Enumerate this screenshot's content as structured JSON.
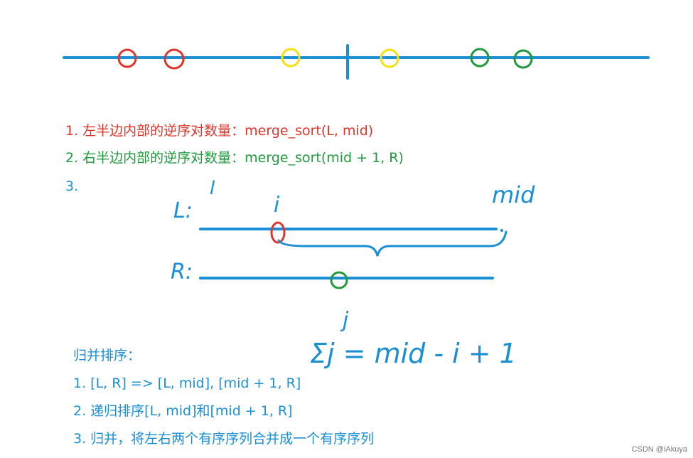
{
  "colors": {
    "blue": "#1a8fd6",
    "red": "#e0352b",
    "yellow": "#f5e012",
    "green": "#1f9a3c"
  },
  "steps": {
    "line1": "1. 左半边内部的逆序对数量：merge_sort(L, mid)",
    "line2": "2. 右半边内部的逆序对数量：merge_sort(mid + 1, R)",
    "line3": "3."
  },
  "handwriting": {
    "l_label": "L:",
    "l_small": "l",
    "i_label": "i",
    "mid_label": "mid",
    "r_label": "R:",
    "j_label": "j",
    "formula": "Σj = mid - i + 1"
  },
  "merge_sort": {
    "title": "归并排序：",
    "step1": "1. [L, R] => [L, mid], [mid + 1, R]",
    "step2": "2. 递归排序[L, mid]和[mid + 1, R]",
    "step3": "3. 归并，将左右两个有序序列合并成一个有序序列"
  },
  "watermark": "CSDN @iAkuya"
}
